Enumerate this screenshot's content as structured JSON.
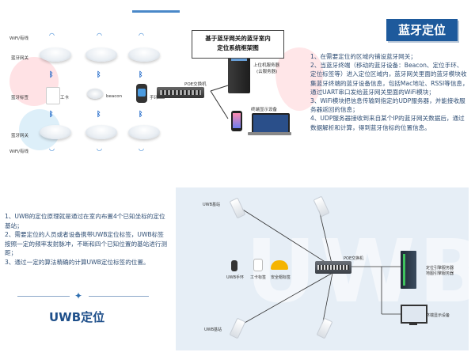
{
  "bluetooth": {
    "title": "蓝牙定位",
    "frame_title_line1": "基于蓝牙网关的蓝牙室内",
    "frame_title_line2": "定位系统框架图",
    "labels": {
      "wifi_wired_top": "WiFi/有线",
      "gateway_top": "蓝牙网关",
      "tag": "蓝牙标签",
      "gateway_bottom": "蓝牙网关",
      "wifi_wired_bottom": "WiFi/有线",
      "badge": "工卡",
      "beacon": "beacon",
      "band": "手环",
      "switch": "POE交换机",
      "server": "上位机服务器",
      "server_sub": "(云服务器)",
      "terminal": "终端显示设备"
    },
    "items": [
      "1、在需要定位的区域内铺设蓝牙网关；",
      "2、当蓝牙终端（移动的蓝牙设备：Beacon、定位手环、定位标签等）进入定位区域内，蓝牙网关里面的蓝牙模块收集蓝牙终端的蓝牙设备信息，包括Mac地址、RSSI等信息，通过UART串口发给蓝牙网关里面的WiFi模块；",
      "3、WiFi模块把信息传输到指定的UDP服务器，并能接收服务器返回的信息；",
      "4、UDP服务器接收到来自某个IP的蓝牙网关数据后，通过数据解析和计算，得到蓝牙信标的位置信息。"
    ]
  },
  "uwb": {
    "title": "UWB定位",
    "watermark": "UWB",
    "items": [
      "1、UWB的定位原理就是通过在室内布置4个已知坐标的定位基站；",
      "2、需要定位的人员或者设备携带UWB定位标签，UWB标签按照一定的频率发射脉冲，不断和四个已知位置的基站进行测距；",
      "3、通过一定的算法精确的计算UWB定位标签的位置。"
    ],
    "labels": {
      "anchor_tl": "UWB基站",
      "anchor_bl": "UWB基站",
      "switch": "POE交换机",
      "tag": "UWB手环",
      "card": "工卡标签",
      "helmet": "安全帽标签",
      "server_line1": "定位引擎服务器",
      "server_line2": "地图引擎服务器",
      "display": "终端显示设备"
    }
  },
  "colors": {
    "title_bg": "#1e5a9c",
    "text": "#2f4e74",
    "accent": "#4a88c8"
  }
}
